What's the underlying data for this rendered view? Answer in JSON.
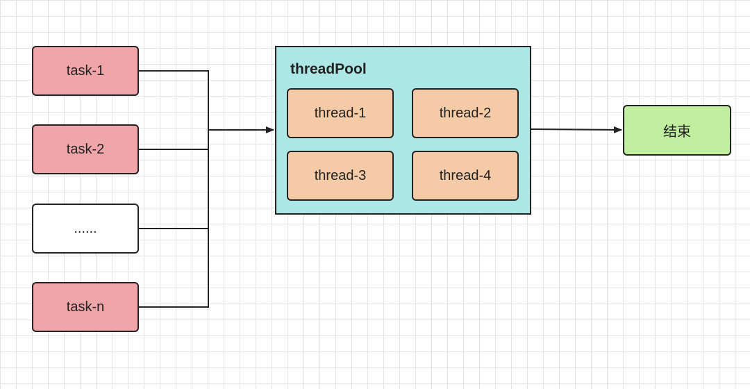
{
  "tasks": {
    "task_1": "task-1",
    "task_2": "task-2",
    "ellipsis": "......",
    "task_n": "task-n"
  },
  "thread_pool": {
    "title": "threadPool",
    "threads": [
      "thread-1",
      "thread-2",
      "thread-3",
      "thread-4"
    ]
  },
  "end": {
    "label": "结束"
  },
  "colors": {
    "task_fill": "#f0a6a9",
    "ellipsis_fill": "#ffffff",
    "pool_fill": "#ace7e5",
    "thread_fill": "#f5cba7",
    "end_fill": "#c1ed9f",
    "line": "#222222",
    "grid": "#e3e3e3"
  }
}
